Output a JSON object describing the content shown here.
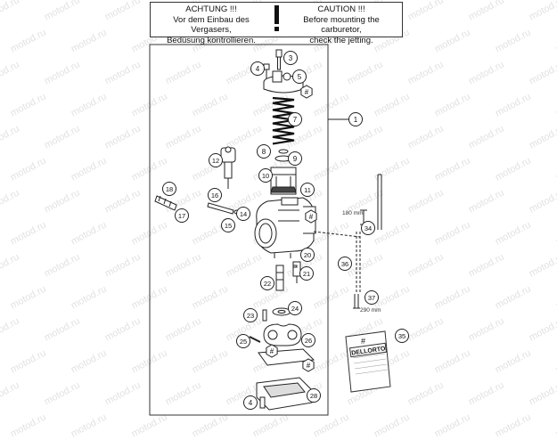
{
  "caution": {
    "de": [
      "ACHTUNG !!!",
      "Vor dem Einbau des Vergasers,",
      "Bedüsung kontrollieren."
    ],
    "en": [
      "CAUTION !!!",
      "Before mounting the carburetor,",
      "check the jetting."
    ]
  },
  "watermark": "motod.ru",
  "measurements": {
    "top": "180 mm",
    "bottom": "290 mm"
  },
  "packet_text": {
    "hash": "#",
    "brand": "DELLORTO"
  },
  "callouts": [
    {
      "label": "1",
      "shape": "circle"
    },
    {
      "label": "3",
      "shape": "circle"
    },
    {
      "label": "4",
      "shape": "circle"
    },
    {
      "label": "5",
      "shape": "circle"
    },
    {
      "label": "#",
      "shape": "hex"
    },
    {
      "label": "7",
      "shape": "circle"
    },
    {
      "label": "8",
      "shape": "circle"
    },
    {
      "label": "9",
      "shape": "circle"
    },
    {
      "label": "10",
      "shape": "circle"
    },
    {
      "label": "11",
      "shape": "circle"
    },
    {
      "label": "12",
      "shape": "circle"
    },
    {
      "label": "14",
      "shape": "circle"
    },
    {
      "label": "15",
      "shape": "circle"
    },
    {
      "label": "16",
      "shape": "circle"
    },
    {
      "label": "17",
      "shape": "circle"
    },
    {
      "label": "18",
      "shape": "circle"
    },
    {
      "label": "#",
      "shape": "hex"
    },
    {
      "label": "20",
      "shape": "circle"
    },
    {
      "label": "21",
      "shape": "circle"
    },
    {
      "label": "22",
      "shape": "circle"
    },
    {
      "label": "23",
      "shape": "circle"
    },
    {
      "label": "24",
      "shape": "circle"
    },
    {
      "label": "25",
      "shape": "circle"
    },
    {
      "label": "26",
      "shape": "circle"
    },
    {
      "label": "#",
      "shape": "hex"
    },
    {
      "label": "#",
      "shape": "hex"
    },
    {
      "label": "4",
      "shape": "circle"
    },
    {
      "label": "28",
      "shape": "circle"
    },
    {
      "label": "34",
      "shape": "circle"
    },
    {
      "label": "35",
      "shape": "circle"
    },
    {
      "label": "36",
      "shape": "circle"
    },
    {
      "label": "37",
      "shape": "circle"
    }
  ]
}
